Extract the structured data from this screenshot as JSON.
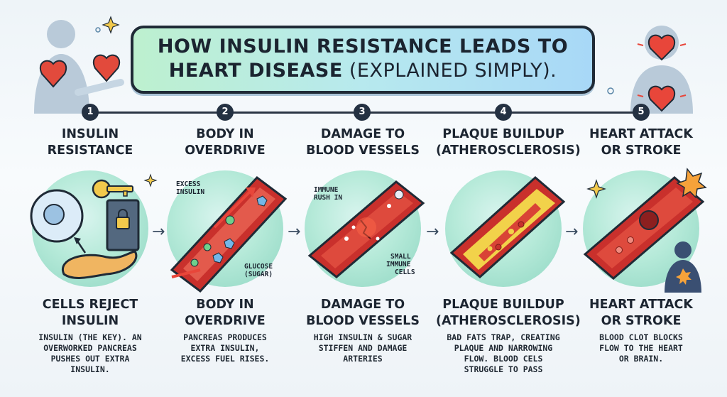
{
  "title": {
    "line1": "HOW INSULIN RESISTANCE LEADS TO",
    "line2_bold": "HEART DISEASE",
    "line2_rest": " (EXPLAINED SIMPLY)."
  },
  "steps": [
    {
      "number": "1",
      "heading": [
        "INSULIN",
        "RESISTANCE"
      ],
      "subheading": [
        "CELLS REJECT",
        "INSULIN"
      ],
      "description": [
        "INSULIN (THE KEY). AN",
        "OVERWORKED PANCREAS",
        "PUSHES OUT EXTRA",
        "INSULIN."
      ]
    },
    {
      "number": "2",
      "heading": [
        "BODY IN",
        "OVERDRIVE"
      ],
      "subheading": [
        "BODY IN",
        "OVERDRIVE"
      ],
      "description": [
        "PANCREAS PRODUCES",
        "EXTRA INSULIN,",
        "EXCESS FUEL RISES."
      ],
      "labels": {
        "excess": [
          "EXCESS",
          "INSULIN"
        ],
        "glucose": [
          "GLUCOSE",
          "(SUGAR)"
        ]
      }
    },
    {
      "number": "3",
      "heading": [
        "DAMAGE TO",
        "BLOOD VESSELS"
      ],
      "subheading": [
        "DAMAGE TO",
        "BLOOD VESSELS"
      ],
      "description": [
        "HIGH INSULIN & SUGAR",
        "STIFFEN AND DAMAGE",
        "ARTERIES"
      ],
      "labels": {
        "immune_rush": [
          "IMMUNE",
          "RUSH IN"
        ],
        "small_cells": [
          "SMALL",
          "IMMUNE",
          "CELLS"
        ]
      }
    },
    {
      "number": "4",
      "heading": [
        "PLAQUE BUILDUP",
        "(ATHEROSCLEROSIS)"
      ],
      "subheading": [
        "PLAQUE BUILDUP",
        "(ATHEROSCLEROSIS)"
      ],
      "description": [
        "BAD FATS TRAP, CREATING",
        "PLAQUE AND NARROWING",
        "FLOW. BLOOD CELS",
        "STRUGGLE TO PASS"
      ]
    },
    {
      "number": "5",
      "heading": [
        "HEART ATTACK",
        "OR STROKE"
      ],
      "subheading": [
        "HEART ATTACK",
        "OR STROKE"
      ],
      "description": [
        "BLOOD CLOT BLOCKS",
        "FLOW TO THE HEART",
        "OR BRAIN."
      ]
    }
  ],
  "colors": {
    "title_gradient_start": "#bdf0cf",
    "title_gradient_end": "#a8d8f7",
    "vessel_red": "#c9302c",
    "plaque_yellow": "#f2d24a",
    "circle_teal": "#b6ead9"
  }
}
